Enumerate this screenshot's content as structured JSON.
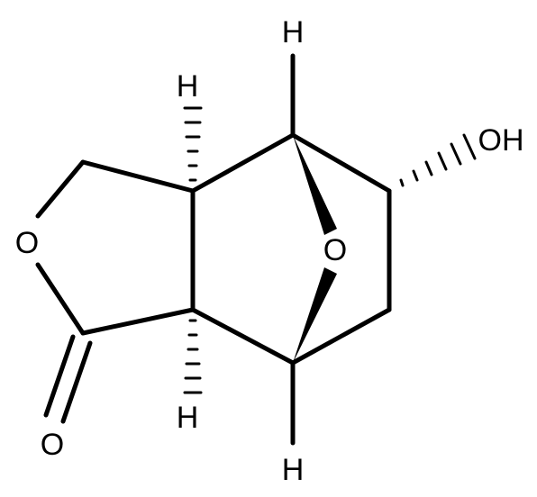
{
  "molecule": {
    "atoms": {
      "h_top": "H",
      "h_upper_left": "H",
      "oh": "OH",
      "o_ring": "O",
      "o_bridge": "O",
      "h_lower_left": "H",
      "o_carbonyl": "O",
      "h_bottom": "H"
    },
    "colors": {
      "bond": "#000000",
      "label": "#000000",
      "background": "#ffffff"
    }
  }
}
